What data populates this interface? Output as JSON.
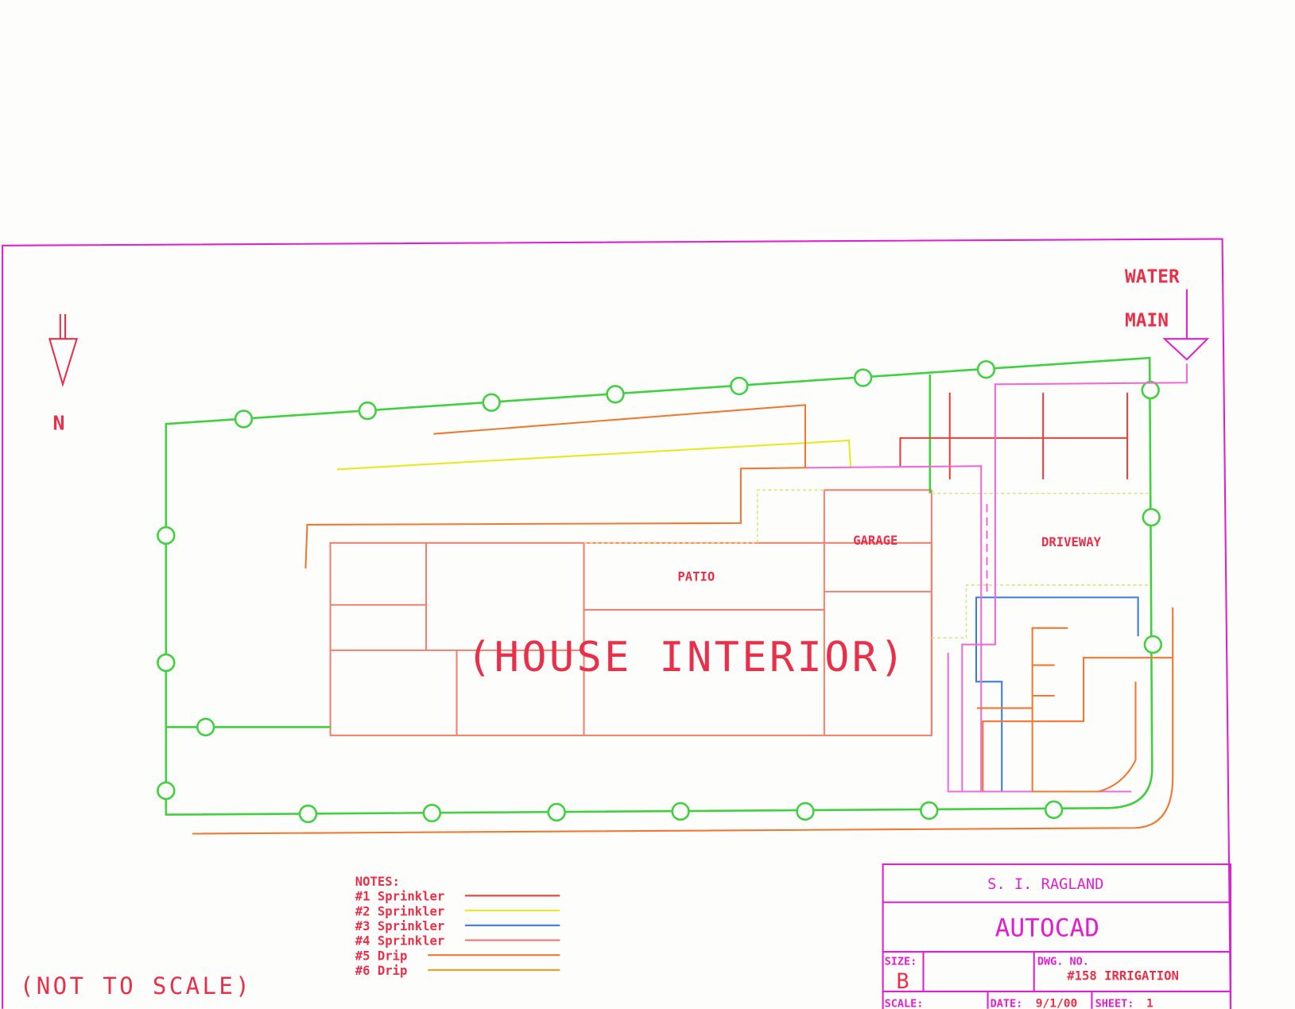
{
  "labels": {
    "water": "WATER",
    "main": "MAIN",
    "north": "N",
    "patio": "PATIO",
    "garage": "GARAGE",
    "driveway": "DRIVEWAY",
    "house": "(HOUSE INTERIOR)",
    "not_to_scale": "(NOT TO SCALE)"
  },
  "legend": {
    "title": "NOTES:",
    "items": [
      {
        "label": "#1 Sprinkler",
        "color": "#e8403c"
      },
      {
        "label": "#2 Sprinkler",
        "color": "#e8e820"
      },
      {
        "label": "#3 Sprinkler",
        "color": "#3c7ce0"
      },
      {
        "label": "#4 Sprinkler",
        "color": "#f07070"
      },
      {
        "label": "#5 Drip",
        "color": "#f07830"
      },
      {
        "label": "#6 Drip",
        "color": "#f0a020"
      }
    ]
  },
  "title_block": {
    "author": "S. I. RAGLAND",
    "software": "AUTOCAD",
    "size_label": "SIZE:",
    "size": "B",
    "dwg_label": "DWG. NO.",
    "dwg_no": "#158 IRRIGATION",
    "scale_label": "SCALE:",
    "date_label": "DATE:",
    "date": "9/1/00",
    "sheet_label": "SHEET:",
    "sheet": "1"
  },
  "colors": {
    "border": "#e020d0",
    "main_line": "#40d040",
    "house": "#f08070"
  }
}
